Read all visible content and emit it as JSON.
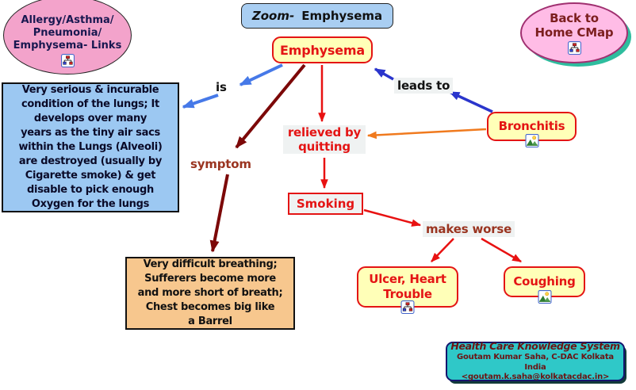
{
  "title_box": {
    "zoom_label": "Zoom-",
    "topic": "Emphysema"
  },
  "links_ellipse": {
    "text": "Allergy/Asthma/\nPneumonia/\nEmphysema- Links",
    "icon": "sitemap-icon"
  },
  "back_ellipse": {
    "text": "Back to\nHome CMap",
    "icon": "sitemap-icon"
  },
  "nodes": {
    "emphysema": {
      "label": "Emphysema"
    },
    "bronchitis": {
      "label": "Bronchitis",
      "icon": "image-icon"
    },
    "smoking": {
      "label": "Smoking"
    },
    "ulcer": {
      "label": "Ulcer, Heart\nTrouble",
      "icon": "sitemap-icon"
    },
    "coughing": {
      "label": "Coughing",
      "icon": "image-icon"
    },
    "definition": {
      "text": "Very serious & incurable\ncondition of the lungs; It\ndevelops over many\nyears as the tiny air sacs\nwithin the Lungs (Alveoli)\nare destroyed (usually by\nCigarette smoke) & get\ndisable to pick enough\nOxygen for the lungs"
    },
    "breathing": {
      "text": "Very difficult breathing;\nSufferers become more\nand more short of breath;\nChest becomes big like\na Barrel"
    }
  },
  "link_labels": {
    "is": "is",
    "leads_to": "leads to",
    "symptom": "symptom",
    "relieved_by": "relieved by\nquitting",
    "makes_worse": "makes worse"
  },
  "credits": {
    "line1": "Health Care Knowledge System",
    "line2": "Goutam Kumar Saha, C-DAC Kolkata India",
    "line3": "<goutam.k.saha@kolkatacdac.in>"
  },
  "colors": {
    "node_fill": "#FFFFB8",
    "node_border": "#E41414",
    "node_text": "#E41414",
    "blue_box_fill": "#9CC8F2",
    "orange_box_fill": "#F7C78E",
    "title_fill": "#A9CEF2",
    "pink1": "#F3A3CB",
    "pink2": "#FFBCE6",
    "pink2_border": "#A03070",
    "pink2_shadow": "#2EBD9E",
    "teal": "#2FC8C8",
    "teal_border": "#14146E",
    "maroon_text": "#6B1414",
    "navy_text": "#181850",
    "darkred_text": "#7B1E1E",
    "brown_text": "#9A3420",
    "label_bg": "#EFF2F2",
    "arrow_blue1": "#4679E8",
    "arrow_blue2": "#2A35CC",
    "arrow_maroon": "#7C0808",
    "arrow_red": "#E81111",
    "arrow_orange": "#F07A1E"
  }
}
